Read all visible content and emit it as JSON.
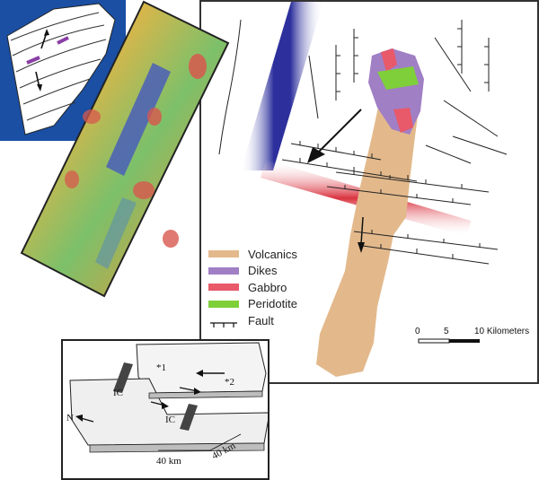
{
  "map": {
    "legend": [
      {
        "label": "Volcanics",
        "color": "#e3b98c"
      },
      {
        "label": "Dikes",
        "color": "#a07fc5"
      },
      {
        "label": "Gabbro",
        "color": "#e8596a"
      },
      {
        "label": "Peridotite",
        "color": "#7ecf3a"
      },
      {
        "label": "Fault",
        "color": "#111111"
      }
    ],
    "scale": {
      "tick_0": "0",
      "tick_5": "5",
      "tick_10": "10 Kilometers"
    }
  },
  "block_diagram": {
    "point_1": "*1",
    "point_2": "*2",
    "ic_upper": "IC",
    "ic_lower": "IC",
    "north": "N",
    "dim_1": "40 km",
    "dim_2": "40 km"
  },
  "colors": {
    "inset_background": "#1a4fa3",
    "ridge_blue": "#2c2f9c",
    "transform_red": "#d9333f"
  }
}
